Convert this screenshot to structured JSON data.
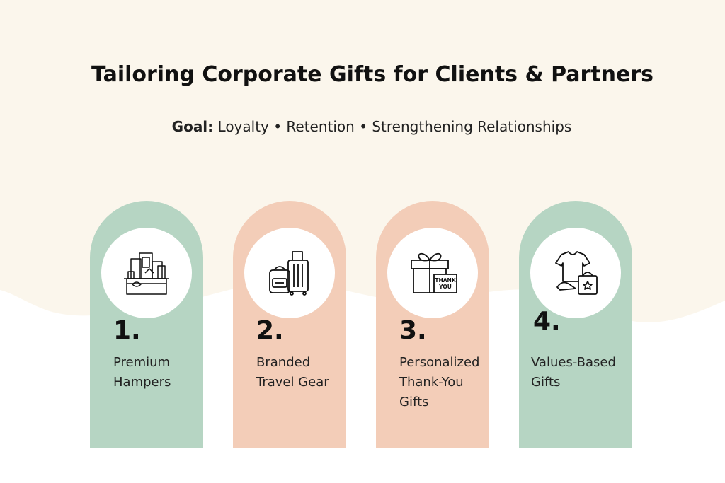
{
  "title": "Tailoring Corporate Gifts for Clients & Partners",
  "subtitle": {
    "goal_label": "Goal:",
    "goal_text": "Loyalty • Retention • Strengthening Relationships"
  },
  "colors": {
    "background_top": "#fbf6ec",
    "background_bottom": "#ffffff",
    "green_card": "#b6d5c3",
    "peach_card": "#f3cdb8",
    "icon_circle": "#ffffff",
    "text": "#111111"
  },
  "cards": [
    {
      "number": "1.",
      "label": "Premium\nHampers",
      "icon": "gift-basket-icon",
      "color": "green"
    },
    {
      "number": "2.",
      "label": "Branded\nTravel Gear",
      "icon": "luggage-icon",
      "color": "peach"
    },
    {
      "number": "3.",
      "label": "Personalized\nThank-You\nGifts",
      "icon": "gift-box-thank-you-icon",
      "color": "peach"
    },
    {
      "number": "4.",
      "label": "Values-Based\nGifts",
      "icon": "shirt-cap-bag-icon",
      "color": "green"
    }
  ],
  "icon_texts": {
    "thank_you_card": "THANK\nYOU"
  }
}
